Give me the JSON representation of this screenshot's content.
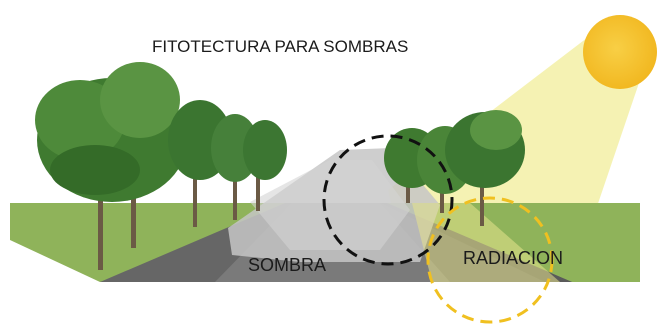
{
  "title": "FITOTECTURA PARA SOMBRAS",
  "labels": {
    "shade": "SOMBRA",
    "radiation": "RADIACION"
  },
  "icons": {
    "sun": "sun-icon",
    "shade_circle": "dashed-circle-black",
    "radiation_circle": "dashed-circle-yellow"
  },
  "colors": {
    "grass": "#8fb35a",
    "road": "#6a6a6a",
    "shadow": "#b9b9b9",
    "sun": "#f5c02c",
    "sun_rays": "#f2ee9a",
    "radiation_circle": "#f0c020",
    "shade_circle": "#111111",
    "foliage": "#3f7a30"
  }
}
